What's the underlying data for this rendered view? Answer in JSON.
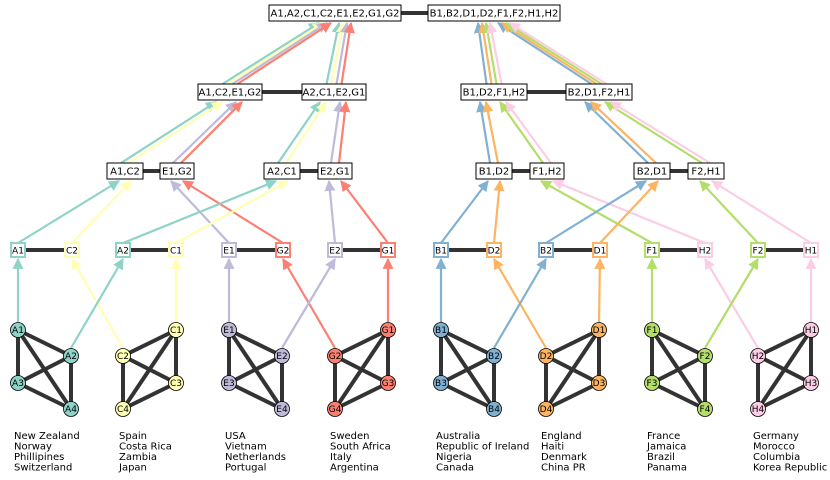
{
  "colors": {
    "A": "#8dd3c7",
    "B": "#80b1d3",
    "C": "#ffffb3",
    "D": "#fdb462",
    "E": "#bebada",
    "F": "#b3de69",
    "G": "#fb8072",
    "H": "#fccde5",
    "edge": "#333333"
  },
  "groups": [
    {
      "name": "A",
      "nodes": [
        "A1",
        "A2",
        "A3",
        "A4"
      ],
      "countries": [
        "New Zealand",
        "Norway",
        "Phillipines",
        "Switzerland"
      ]
    },
    {
      "name": "C",
      "nodes": [
        "C1",
        "C2",
        "C3",
        "C4"
      ],
      "countries": [
        "Spain",
        "Costa Rica",
        "Zambia",
        "Japan"
      ]
    },
    {
      "name": "E",
      "nodes": [
        "E1",
        "E2",
        "E3",
        "E4"
      ],
      "countries": [
        "USA",
        "Vietnam",
        "Netherlands",
        "Portugal"
      ]
    },
    {
      "name": "G",
      "nodes": [
        "G1",
        "G2",
        "G3",
        "G4"
      ],
      "countries": [
        "Sweden",
        "South Africa",
        "Italy",
        "Argentina"
      ]
    },
    {
      "name": "B",
      "nodes": [
        "B1",
        "B2",
        "B3",
        "B4"
      ],
      "countries": [
        "Australia",
        "Republic of Ireland",
        "Nigeria",
        "Canada"
      ]
    },
    {
      "name": "D",
      "nodes": [
        "D1",
        "D2",
        "D3",
        "D4"
      ],
      "countries": [
        "England",
        "Haiti",
        "Denmark",
        "China PR"
      ]
    },
    {
      "name": "F",
      "nodes": [
        "F1",
        "F2",
        "F3",
        "F4"
      ],
      "countries": [
        "France",
        "Jamaica",
        "Brazil",
        "Panama"
      ]
    },
    {
      "name": "H",
      "nodes": [
        "H1",
        "H2",
        "H3",
        "H4"
      ],
      "countries": [
        "Germany",
        "Morocco",
        "Columbia",
        "Korea Republic"
      ]
    }
  ],
  "seed_boxes": [
    "A1",
    "C2",
    "A2",
    "C1",
    "E1",
    "G2",
    "E2",
    "G1",
    "B1",
    "D2",
    "B2",
    "D1",
    "F1",
    "H2",
    "F2",
    "H1"
  ],
  "level2": [
    "A1,C2",
    "E1,G2",
    "A2,C1",
    "E2,G1",
    "B1,D2",
    "F1,H2",
    "B2,D1",
    "F2,H1"
  ],
  "level3": [
    "A1,C2,E1,G2",
    "A2,C1,E2,G1",
    "B1,D2,F1,H2",
    "B2,D1,F2,H1"
  ],
  "level4": [
    "A1,A2,C1,C2,E1,E2,G1,G2",
    "B1,B2,D1,D2,F1,F2,H1,H2"
  ]
}
